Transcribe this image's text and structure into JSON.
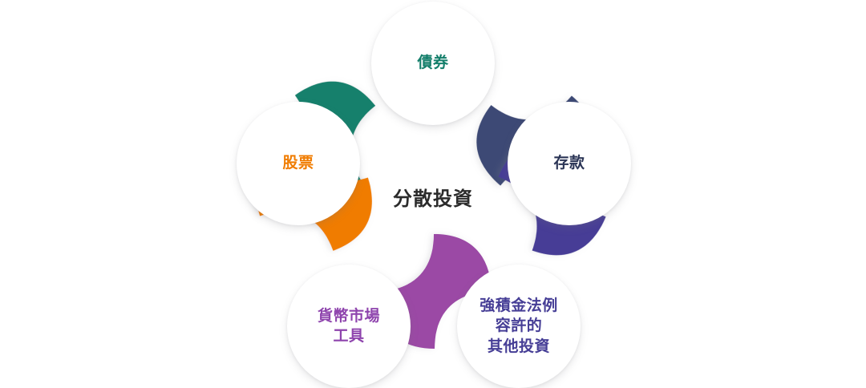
{
  "diagram": {
    "type": "pentagon-cycle",
    "center": {
      "label": "分散投資",
      "color": "#2b2b2b"
    },
    "nodes": [
      {
        "id": "bonds",
        "label": "債券",
        "color": "#147f6b",
        "position": "top"
      },
      {
        "id": "deposits",
        "label": "存款",
        "color": "#2b3556",
        "position": "right"
      },
      {
        "id": "other_inv",
        "label": "強積金法例\n容許的\n其他投資",
        "color": "#463e96",
        "position": "bottom-right"
      },
      {
        "id": "money_mkt",
        "label": "貨幣市場\n工具",
        "color": "#8e44ad",
        "position": "bottom-left"
      },
      {
        "id": "stocks",
        "label": "股票",
        "color": "#f07c00",
        "position": "left"
      }
    ],
    "connectors": [
      {
        "id": "stocks-bonds",
        "from": "stocks",
        "to": "bonds",
        "color": "#17806c"
      },
      {
        "id": "bonds-deposits",
        "from": "bonds",
        "to": "deposits",
        "color": "#3c4a74"
      },
      {
        "id": "deposits-other",
        "from": "deposits",
        "to": "other_inv",
        "color": "#463e96"
      },
      {
        "id": "other-moneymkt",
        "from": "other_inv",
        "to": "money_mkt",
        "color": "#9b4aa5"
      },
      {
        "id": "moneymkt-stocks",
        "from": "money_mkt",
        "to": "stocks",
        "color": "#f07c00"
      }
    ],
    "background": "#ffffff"
  }
}
